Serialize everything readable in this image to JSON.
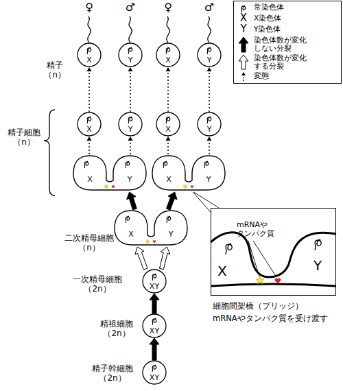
{
  "diagram": {
    "nodes": [
      {
        "text": [
          "X"
        ]
      },
      {
        "text": [
          "Y"
        ]
      },
      {
        "text": [
          "X"
        ]
      },
      {
        "text": [
          "Y"
        ]
      },
      {
        "text": [
          "X"
        ]
      },
      {
        "text": [
          "Y"
        ]
      },
      {
        "text": [
          "X"
        ]
      },
      {
        "text": [
          "Y"
        ]
      },
      {
        "text": [
          "X",
          "Y"
        ]
      },
      {
        "text": [
          "X",
          "Y"
        ]
      },
      {
        "text": [
          "X",
          "Y"
        ]
      },
      {
        "text": [
          "XY"
        ]
      },
      {
        "text": [
          "XY"
        ]
      },
      {
        "text": [
          "XY"
        ]
      },
      {
        "text": [
          "mRNAや タンパク質",
          "X",
          "Y"
        ]
      }
    ],
    "edges": [
      {
        "from": 13,
        "to": 12,
        "arrow": "to"
      },
      {
        "from": 12,
        "to": 11,
        "arrow": "to"
      },
      {
        "from": 11,
        "to": 10,
        "arrow": "to"
      },
      {
        "from": 11,
        "to": 10,
        "arrow": "to"
      },
      {
        "from": 10,
        "to": 8,
        "arrow": "to"
      },
      {
        "from": 10,
        "to": 9,
        "arrow": "to"
      },
      {
        "from": 8,
        "to": 4,
        "arrow": "to"
      },
      {
        "from": 8,
        "to": 5,
        "arrow": "to"
      },
      {
        "from": 9,
        "to": 6,
        "arrow": "to"
      },
      {
        "from": 9,
        "to": 7,
        "arrow": "to"
      },
      {
        "from": 4,
        "to": 0,
        "arrow": "to"
      },
      {
        "from": 5,
        "to": 1,
        "arrow": "to"
      },
      {
        "from": 6,
        "to": 2,
        "arrow": "to"
      },
      {
        "from": 7,
        "to": 3,
        "arrow": "to"
      },
      {
        "from": 9,
        "to": 14,
        "arrow": "none"
      },
      {
        "from": 9,
        "to": 14,
        "arrow": "none"
      }
    ],
    "labels": [
      "♀",
      "♂",
      "♀",
      "♂",
      "精子 （n）",
      "精子細胞 （n）",
      "二次精母細胞 （n）",
      "一次精母細胞 （2n）",
      "精祖細胞 （2n）",
      "精子幹細胞 （2n）",
      "X",
      "Y",
      "細胞間架橋（ブリッジ）",
      "mRNAやタンパク質を受け渡す"
    ],
    "legend": [
      {
        "text": "常染色体"
      },
      {
        "text": "X染色体"
      },
      {
        "text": "Y染色体"
      },
      {
        "text": "染色体数が変化しない分裂"
      },
      {
        "text": "染色体数が変化する分裂"
      },
      {
        "text": "変態"
      }
    ]
  }
}
